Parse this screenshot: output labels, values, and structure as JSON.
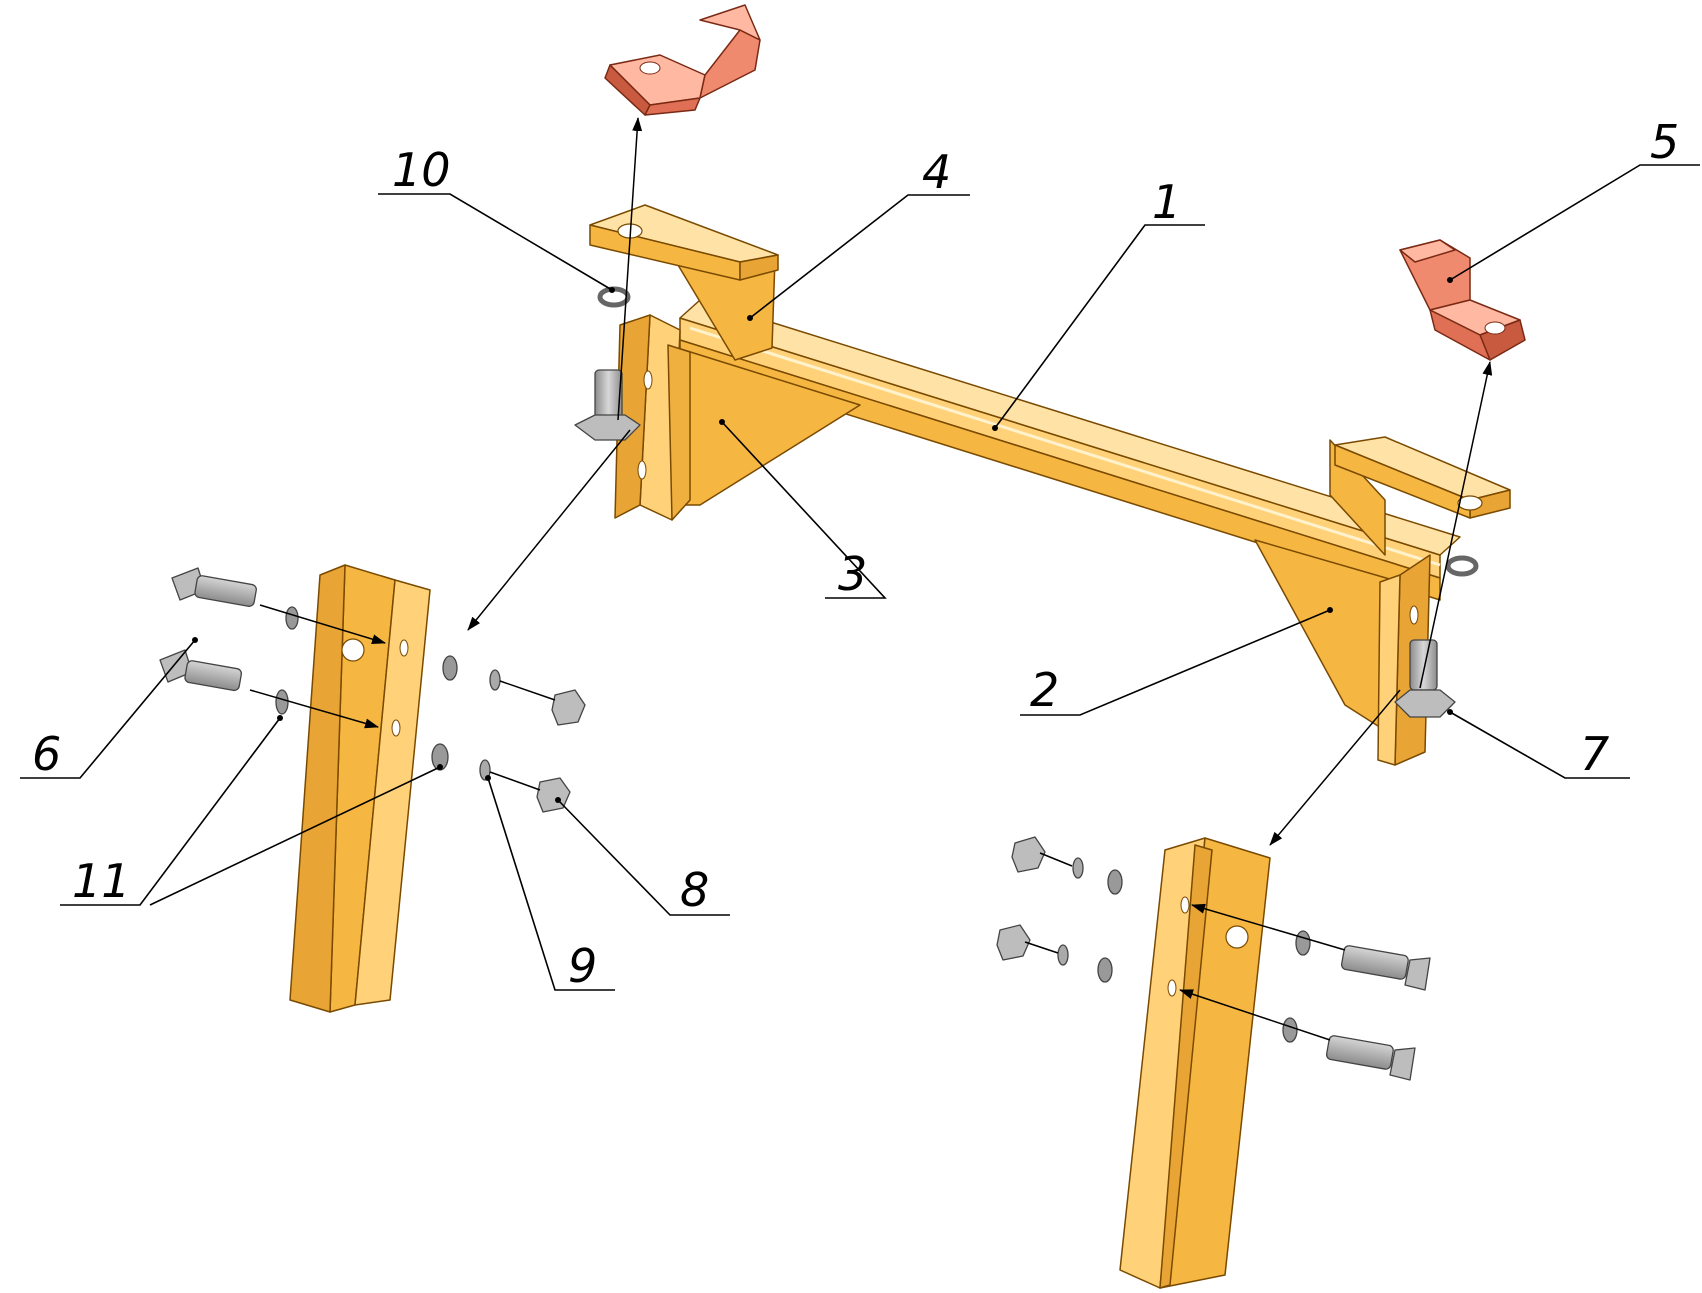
{
  "diagram": {
    "callouts": [
      {
        "id": "1",
        "label": "1"
      },
      {
        "id": "2",
        "label": "2"
      },
      {
        "id": "3",
        "label": "3"
      },
      {
        "id": "4",
        "label": "4"
      },
      {
        "id": "5",
        "label": "5"
      },
      {
        "id": "6",
        "label": "6"
      },
      {
        "id": "7",
        "label": "7"
      },
      {
        "id": "8",
        "label": "8"
      },
      {
        "id": "9",
        "label": "9"
      },
      {
        "id": "10",
        "label": "10"
      },
      {
        "id": "11",
        "label": "11"
      }
    ],
    "colors": {
      "frame": "#f5b642",
      "frame_light": "#ffd27a",
      "frame_dark": "#d48a1e",
      "clamp": "#f08a6e",
      "clamp_light": "#ffb8a2",
      "clamp_dark": "#c85a40",
      "hardware": "#a9a9a9",
      "hardware_light": "#d4d4d4",
      "hardware_dark": "#7c7c7c"
    }
  }
}
